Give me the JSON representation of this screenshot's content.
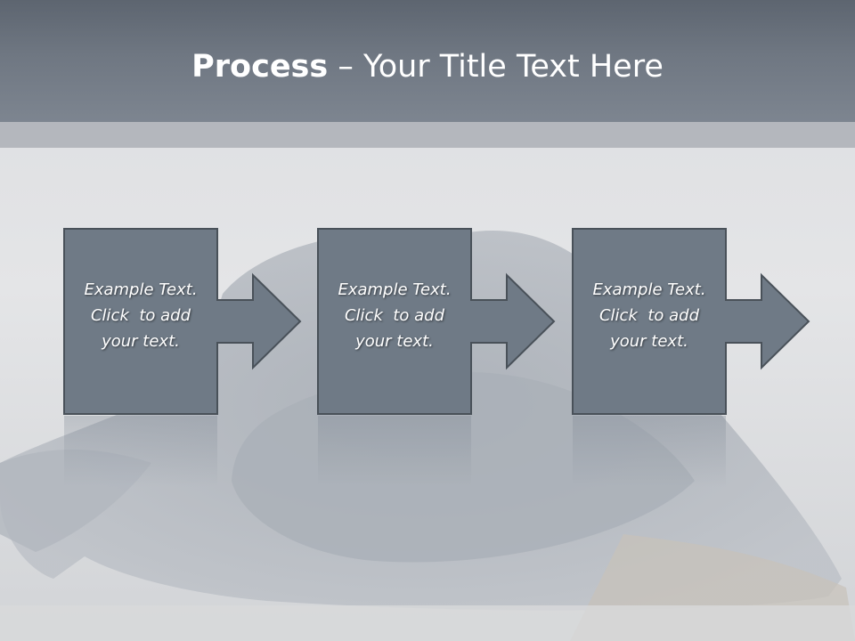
{
  "slide": {
    "title_bold": "Process",
    "title_rest": " – Your Title Text Here"
  },
  "steps": [
    {
      "line1": "Example Text.",
      "line2": "Click  to add",
      "line3": "your text."
    },
    {
      "line1": "Example Text.",
      "line2": "Click  to add",
      "line3": "your text."
    },
    {
      "line1": "Example Text.",
      "line2": "Click  to add",
      "line3": "your text."
    }
  ],
  "colors": {
    "header": "#6f7782",
    "header_band": "#b4b7bd",
    "box_fill": "#6f7a86",
    "box_stroke": "#495159",
    "text": "#ffffff"
  }
}
